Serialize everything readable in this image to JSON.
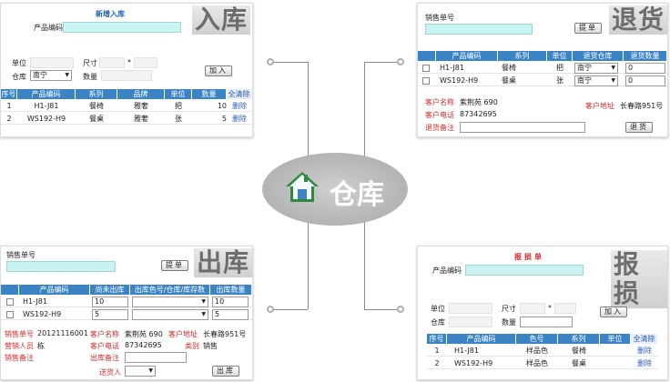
{
  "center": {
    "label": "仓库",
    "icon": "house-icon"
  },
  "inbound": {
    "big_label": "入库",
    "form_title": "新增入库",
    "product_code_label": "产品编码",
    "unit_label": "单位",
    "size_label": "尺寸",
    "size_sep": "*",
    "warehouse_label": "仓库",
    "warehouse_value": "南宁",
    "qty_label": "数量",
    "add_button": "加入",
    "columns": [
      "序号",
      "产品编码",
      "系列",
      "品牌",
      "单位",
      "数量",
      "全清除"
    ],
    "rows": [
      {
        "no": "1",
        "code": "H1-J81",
        "series": "餐椅",
        "brand": "雅奢",
        "unit": "把",
        "qty": "10",
        "action": "删除"
      },
      {
        "no": "2",
        "code": "WS192-H9",
        "series": "餐桌",
        "brand": "雅奢",
        "unit": "张",
        "qty": "5",
        "action": "删除"
      }
    ]
  },
  "return": {
    "big_label": "退货",
    "sales_no_label": "销售单号",
    "search_button": "提单",
    "columns": [
      "",
      "产品编码",
      "系列",
      "单位",
      "退货仓库",
      "退货数量"
    ],
    "rows": [
      {
        "code": "H1-J81",
        "series": "餐椅",
        "unit": "把",
        "warehouse": "南宁",
        "qty": "0"
      },
      {
        "code": "WS192-H9",
        "series": "餐桌",
        "unit": "张",
        "warehouse": "南宁",
        "qty": "0"
      }
    ],
    "customer_name_label": "客户名称",
    "customer_name": "紫荆苑 690",
    "customer_addr_label": "客户地址",
    "customer_addr": "长春路951号",
    "customer_phone_label": "客户电话",
    "customer_phone": "87342695",
    "note_label": "退货备注",
    "submit_button": "退货"
  },
  "outbound": {
    "big_label": "出库",
    "sales_no_label": "销售单号",
    "search_button": "提单",
    "columns": [
      "",
      "产品编码",
      "尚未出库",
      "出库色号/仓库/库存数",
      "出库数量"
    ],
    "rows": [
      {
        "code": "H1-J81",
        "pending": "10",
        "qty": "10"
      },
      {
        "code": "WS192-H9",
        "pending": "5",
        "qty": "5"
      }
    ],
    "order_no_label": "销售单号",
    "order_no": "20121116001",
    "customer_name_label": "客户名称",
    "customer_name": "紫荆苑 690",
    "customer_addr_label": "客户地址",
    "customer_addr": "长春路951号",
    "salesman_label": "营销人员",
    "salesman": "栋",
    "customer_phone_label": "客户电话",
    "customer_phone": "87342695",
    "category_label": "类别",
    "category": "销售",
    "note_label": "销售备注",
    "out_note_label": "出库备注",
    "deliverer_label": "送货人",
    "submit_button": "出库"
  },
  "damage": {
    "big_label": "报损",
    "form_title": "报损单",
    "product_code_label": "产品编码",
    "unit_label": "单位",
    "size_label": "尺寸",
    "size_sep": "*",
    "warehouse_label": "仓库",
    "qty_label": "数量",
    "add_button": "加入",
    "columns": [
      "序号",
      "产品编码",
      "色号",
      "系列",
      "单位",
      "全清除"
    ],
    "rows": [
      {
        "no": "1",
        "code": "H1-J81",
        "color": "样品色",
        "series": "餐椅",
        "unit": "",
        "action": "删除"
      },
      {
        "no": "2",
        "code": "WS192-H9",
        "color": "样品色",
        "series": "餐桌",
        "unit": "",
        "action": "删除"
      }
    ]
  }
}
